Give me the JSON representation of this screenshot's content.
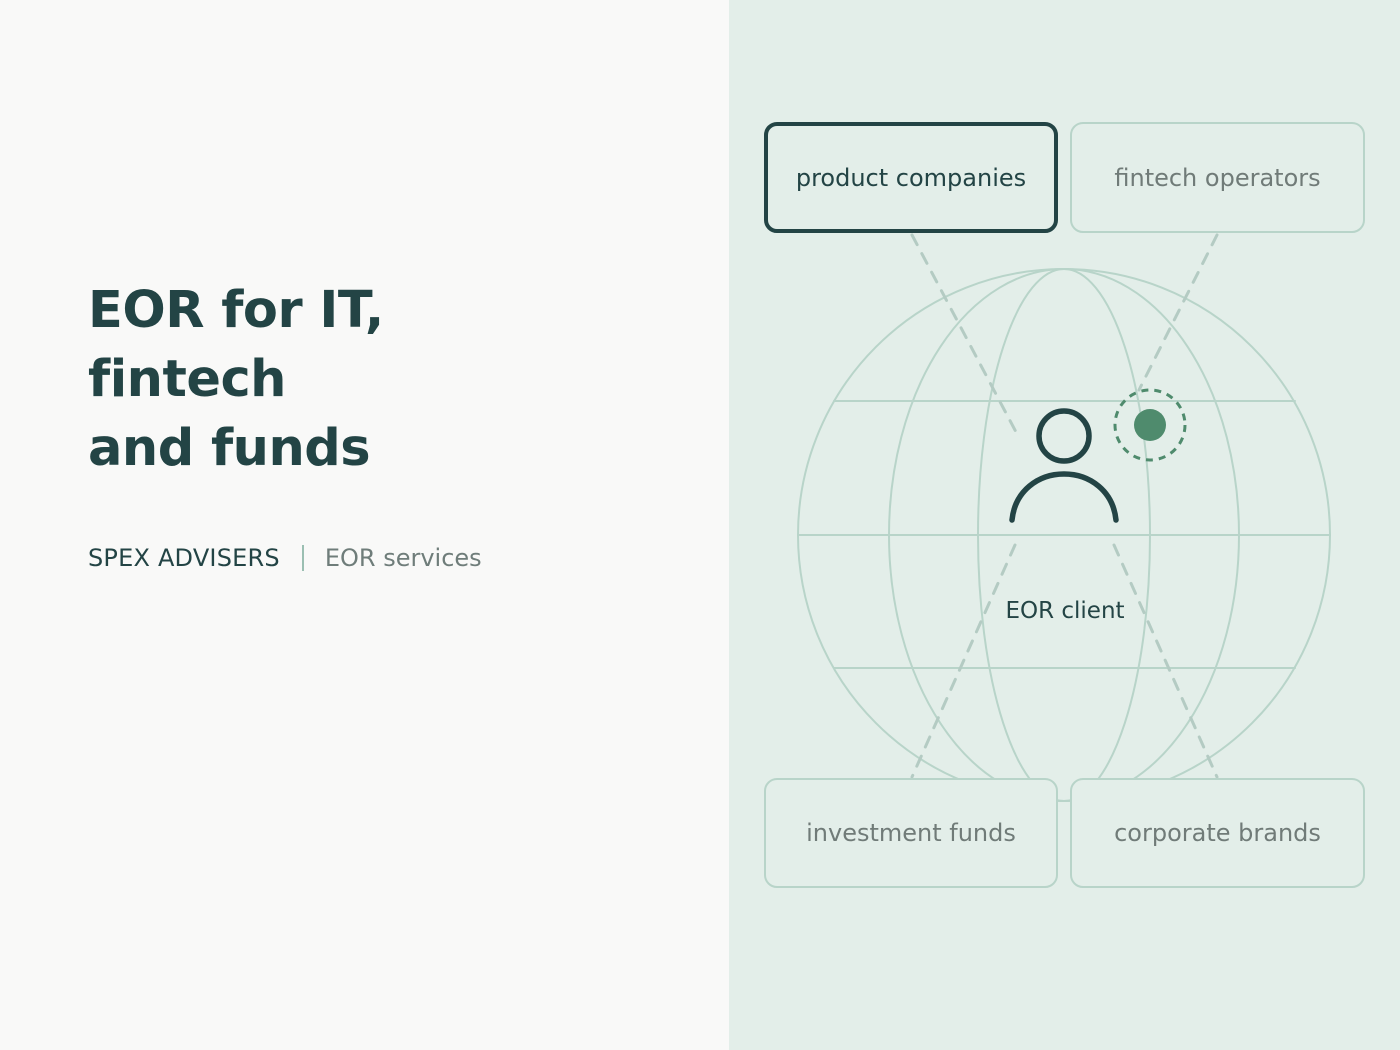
{
  "headline": {
    "line1": "EOR for IT,",
    "line2": "fintech",
    "line3": "and funds"
  },
  "brand": {
    "name": "SPEX ADVISERS",
    "service": "EOR services"
  },
  "diagram": {
    "center_label": "EOR client",
    "segments": [
      {
        "label": "product companies",
        "state": "active"
      },
      {
        "label": "fintech operators",
        "state": "inactive"
      },
      {
        "label": "investment funds",
        "state": "inactive"
      },
      {
        "label": "corporate brands",
        "state": "inactive"
      }
    ]
  },
  "colors": {
    "left_background": "#f9f9f8",
    "right_background": "#e3eee9",
    "primary_text": "#234445",
    "muted_text": "#707b78",
    "highlight": "#cde4da",
    "globe_line": "#b8d4c9",
    "marker": "#4f8b6d"
  },
  "icons": {
    "center": "person-icon",
    "marker": "location-dot-icon",
    "background": "globe-icon"
  }
}
